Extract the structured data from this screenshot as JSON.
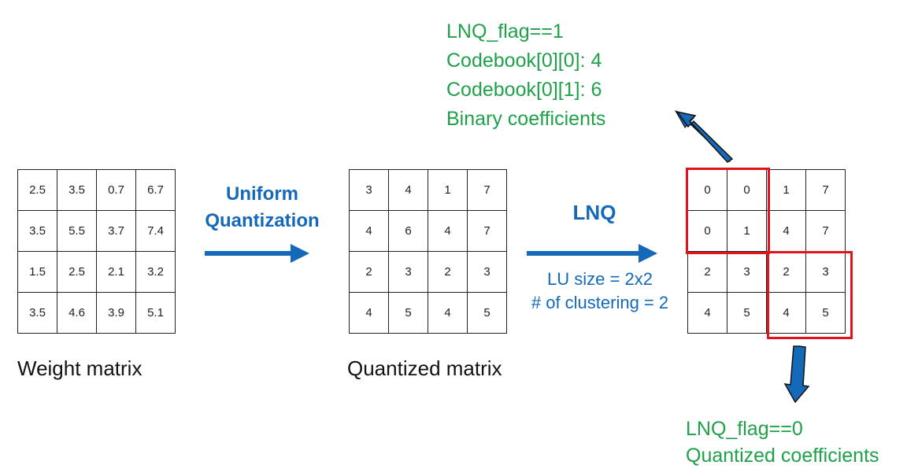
{
  "weight_matrix": {
    "caption": "Weight matrix",
    "rows": [
      [
        "2.5",
        "3.5",
        "0.7",
        "6.7"
      ],
      [
        "3.5",
        "5.5",
        "3.7",
        "7.4"
      ],
      [
        "1.5",
        "2.5",
        "2.1",
        "3.2"
      ],
      [
        "3.5",
        "4.6",
        "3.9",
        "5.1"
      ]
    ]
  },
  "step1": {
    "line1": "Uniform",
    "line2": "Quantization"
  },
  "quantized_matrix": {
    "caption": "Quantized matrix",
    "rows": [
      [
        "3",
        "4",
        "1",
        "7"
      ],
      [
        "4",
        "6",
        "4",
        "7"
      ],
      [
        "2",
        "3",
        "2",
        "3"
      ],
      [
        "4",
        "5",
        "4",
        "5"
      ]
    ]
  },
  "step2": {
    "title": "LNQ",
    "detail1": "LU size = 2x2",
    "detail2": "# of clustering = 2"
  },
  "lnq_matrix": {
    "rows": [
      [
        "0",
        "0",
        "1",
        "7"
      ],
      [
        "0",
        "1",
        "4",
        "7"
      ],
      [
        "2",
        "3",
        "2",
        "3"
      ],
      [
        "4",
        "5",
        "4",
        "5"
      ]
    ]
  },
  "top_annotation": [
    "LNQ_flag==1",
    "Codebook[0][0]: 4",
    "Codebook[0][1]: 6",
    "Binary coefficients"
  ],
  "bottom_annotation": [
    "LNQ_flag==0",
    "Quantized coefficients"
  ],
  "colors": {
    "blue": "#1469b8",
    "green": "#1fa14a",
    "red": "#e0141e"
  }
}
